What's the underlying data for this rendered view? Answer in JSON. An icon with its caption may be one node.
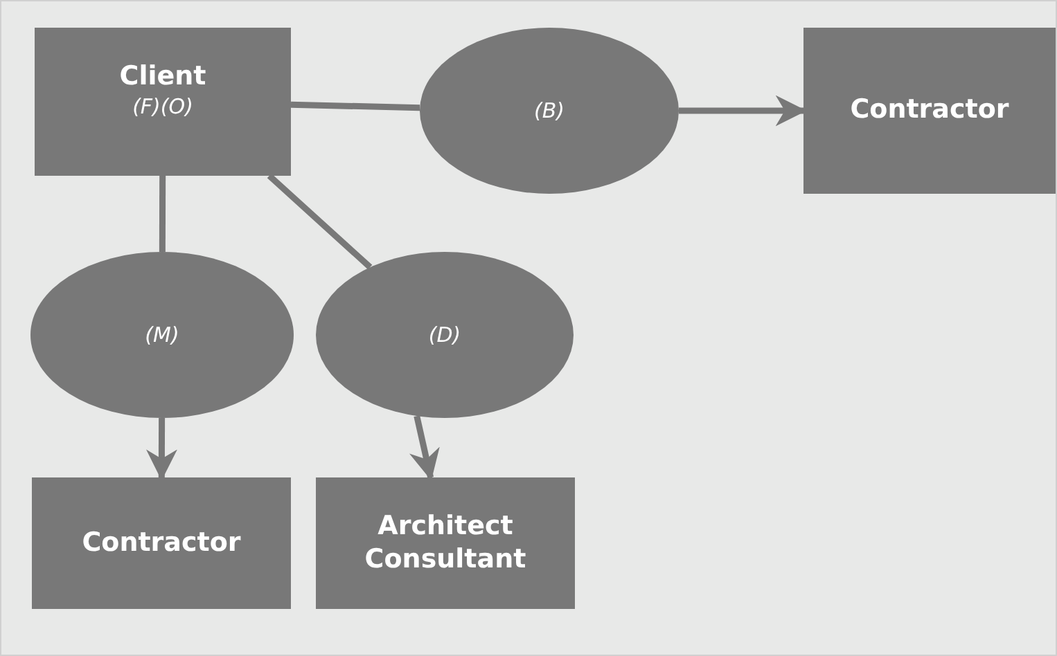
{
  "diagram": {
    "nodes": [
      {
        "text": [
          "Client",
          "(F)(O)"
        ]
      },
      {
        "text": [
          "(B)"
        ]
      },
      {
        "text": [
          "Contractor"
        ]
      },
      {
        "text": [
          "(M)"
        ]
      },
      {
        "text": [
          "(D)"
        ]
      },
      {
        "text": [
          "Contractor"
        ]
      },
      {
        "text": [
          "Architect Consultant"
        ]
      }
    ],
    "edges": [
      {
        "from": 0,
        "to": 1,
        "arrow": "none"
      },
      {
        "from": 1,
        "to": 2,
        "arrow": "to"
      },
      {
        "from": 0,
        "to": 3,
        "arrow": "none"
      },
      {
        "from": 3,
        "to": 5,
        "arrow": "to"
      },
      {
        "from": 0,
        "to": 4,
        "arrow": "none"
      },
      {
        "from": 4,
        "to": 6,
        "arrow": "to"
      }
    ]
  }
}
